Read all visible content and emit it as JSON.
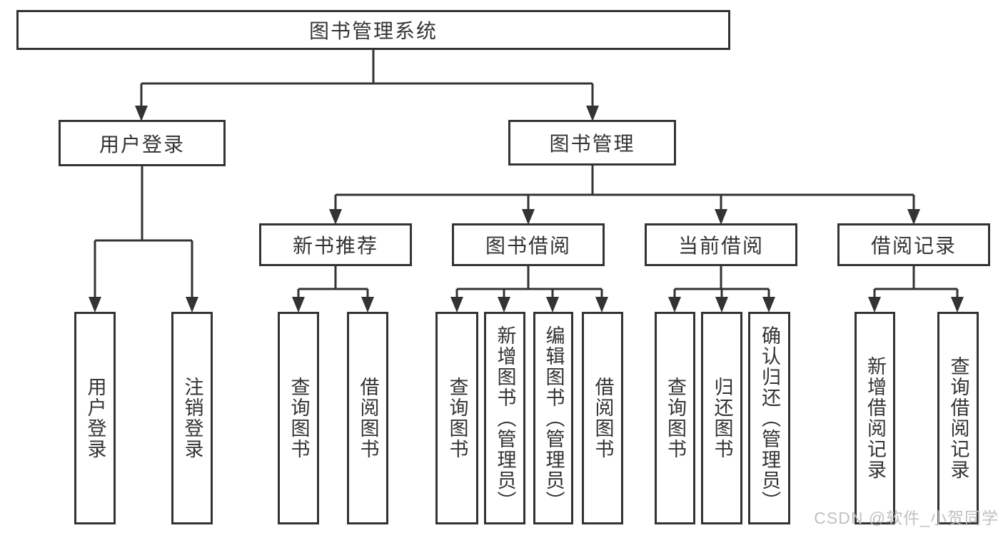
{
  "tree": {
    "root": "图书管理系统",
    "level1": {
      "user_login": "用户登录",
      "book_mgmt": "图书管理"
    },
    "level2": {
      "new_book": "新书推荐",
      "book_borrow": "图书借阅",
      "current_borrow": "当前借阅",
      "borrow_record": "借阅记录"
    },
    "leaves": {
      "user_login": [
        "用户登录",
        "注销登录"
      ],
      "new_book": [
        "查询图书",
        "借阅图书"
      ],
      "book_borrow": [
        "查询图书",
        "新增图书（管理员）",
        "编辑图书（管理员）",
        "借阅图书"
      ],
      "current_borrow": [
        "查询图书",
        "归还图书",
        "确认归还（管理员）"
      ],
      "borrow_record": [
        "新增借阅记录",
        "查询借阅记录"
      ]
    }
  },
  "watermark": "CSDN @软件_小贺同学",
  "colors": {
    "line": "#333333",
    "box_border": "#333333",
    "box_fill": "#ffffff",
    "text": "#333333",
    "watermark": "#bebebe",
    "background": "#ffffff"
  }
}
